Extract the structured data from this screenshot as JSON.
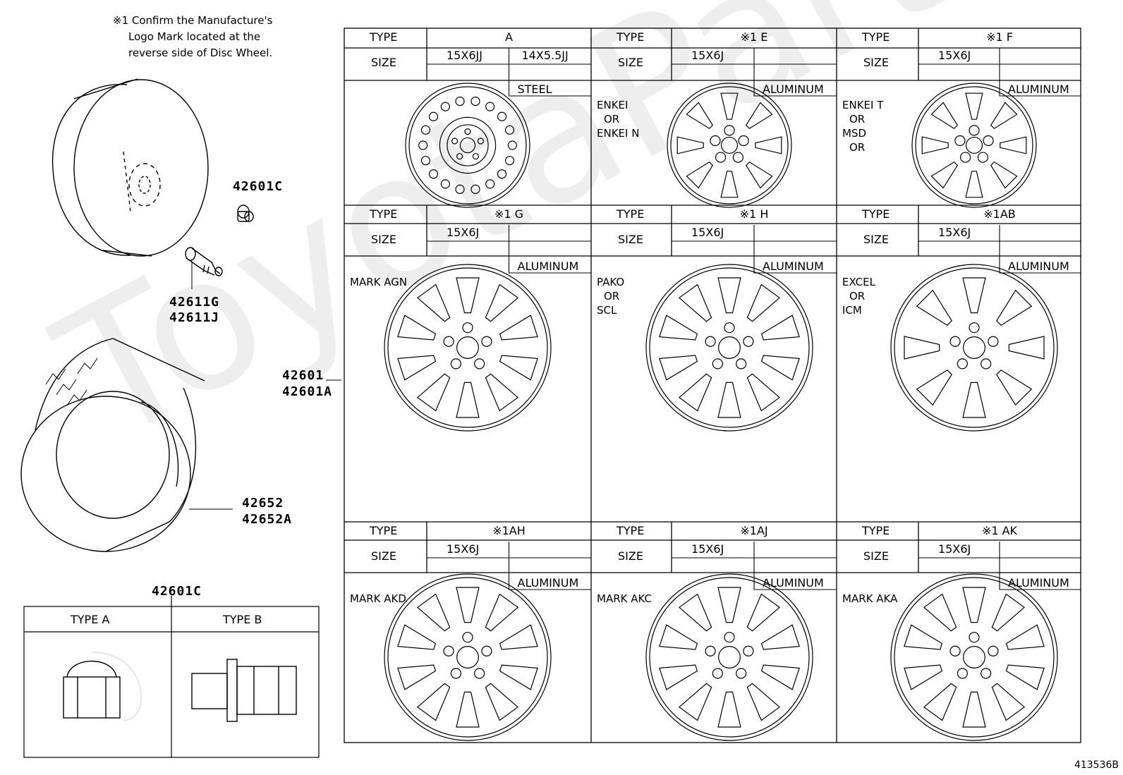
{
  "note": {
    "line1": "※1 Confirm the Manufacture's",
    "line2": "Logo Mark located at the",
    "line3": "reverse side of Disc Wheel."
  },
  "parts": {
    "valve_cap": "42601C",
    "valve_1": "42611G",
    "valve_2": "42611J",
    "wheel_1": "42601",
    "wheel_2": "42601A",
    "tire_1": "42652",
    "tire_2": "42652A",
    "nut": "42601C"
  },
  "nut_table": {
    "type_a": "TYPE  A",
    "type_b": "TYPE  B"
  },
  "labels": {
    "type": "TYPE",
    "size": "SIZE"
  },
  "wheels": [
    {
      "type": "A",
      "sizes": [
        "15X6JJ",
        "14X5.5JJ"
      ],
      "material": "STEEL",
      "marks": []
    },
    {
      "type": "※1 E",
      "sizes": [
        "15X6J"
      ],
      "material": "ALUMINUM",
      "marks": [
        "ENKEI",
        "OR",
        "ENKEI N"
      ]
    },
    {
      "type": "※1 F",
      "sizes": [
        "15X6J"
      ],
      "material": "ALUMINUM",
      "marks": [
        "ENKEI T",
        "OR",
        "MSD",
        "OR"
      ]
    },
    {
      "type": "※1 G",
      "sizes": [
        "15X6J"
      ],
      "material": "ALUMINUM",
      "marks": [
        "MARK AGN"
      ]
    },
    {
      "type": "※1 H",
      "sizes": [
        "15X6J"
      ],
      "material": "ALUMINUM",
      "marks": [
        "PAKO",
        "OR",
        "SCL"
      ]
    },
    {
      "type": "※1AB",
      "sizes": [
        "15X6J"
      ],
      "material": "ALUMINUM",
      "marks": [
        "EXCEL",
        "OR",
        "ICM"
      ]
    },
    {
      "type": "※1AH",
      "sizes": [
        "15X6J"
      ],
      "material": "ALUMINUM",
      "marks": [
        "MARK AKD"
      ]
    },
    {
      "type": "※1AJ",
      "sizes": [
        "15X6J"
      ],
      "material": "ALUMINUM",
      "marks": [
        "MARK AKC"
      ]
    },
    {
      "type": "※1 AK",
      "sizes": [
        "15X6J"
      ],
      "material": "ALUMINUM",
      "marks": [
        "MARK AKA"
      ]
    }
  ],
  "diagram_code": "413536B"
}
